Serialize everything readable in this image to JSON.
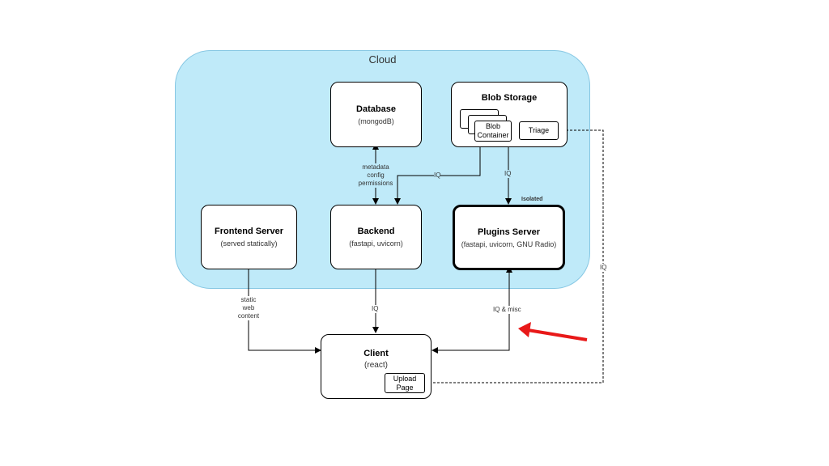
{
  "cloud": {
    "title": "Cloud"
  },
  "database": {
    "title": "Database",
    "sub": "(mongodB)"
  },
  "blob_storage": {
    "title": "Blob Storage",
    "container_label_1": "Blob",
    "container_label_2": "Container",
    "triage": "Triage"
  },
  "frontend": {
    "title": "Frontend Server",
    "sub": "(served statically)"
  },
  "backend": {
    "title": "Backend",
    "sub": "(fastapi, uvicorn)"
  },
  "plugins": {
    "title": "Plugins Server",
    "sub": "(fastapi, uvicorn, GNU Radio)",
    "badge": "Isolated"
  },
  "client": {
    "title": "Client",
    "sub": "(react)",
    "upload_1": "Upload",
    "upload_2": "Page"
  },
  "edges": {
    "metadata_1": "metadata",
    "metadata_2": "config",
    "metadata_3": "permissions",
    "blob_backend": "IQ",
    "blob_plugins": "IQ",
    "backend_client": "IQ",
    "plugins_client": "IQ & misc",
    "static_1": "static",
    "static_2": "web",
    "static_3": "content",
    "upload_triage": "IQ"
  },
  "colors": {
    "cloud_fill": "#bfeaf9",
    "cloud_border": "#86c7e3",
    "highlight_arrow": "#e81919"
  }
}
